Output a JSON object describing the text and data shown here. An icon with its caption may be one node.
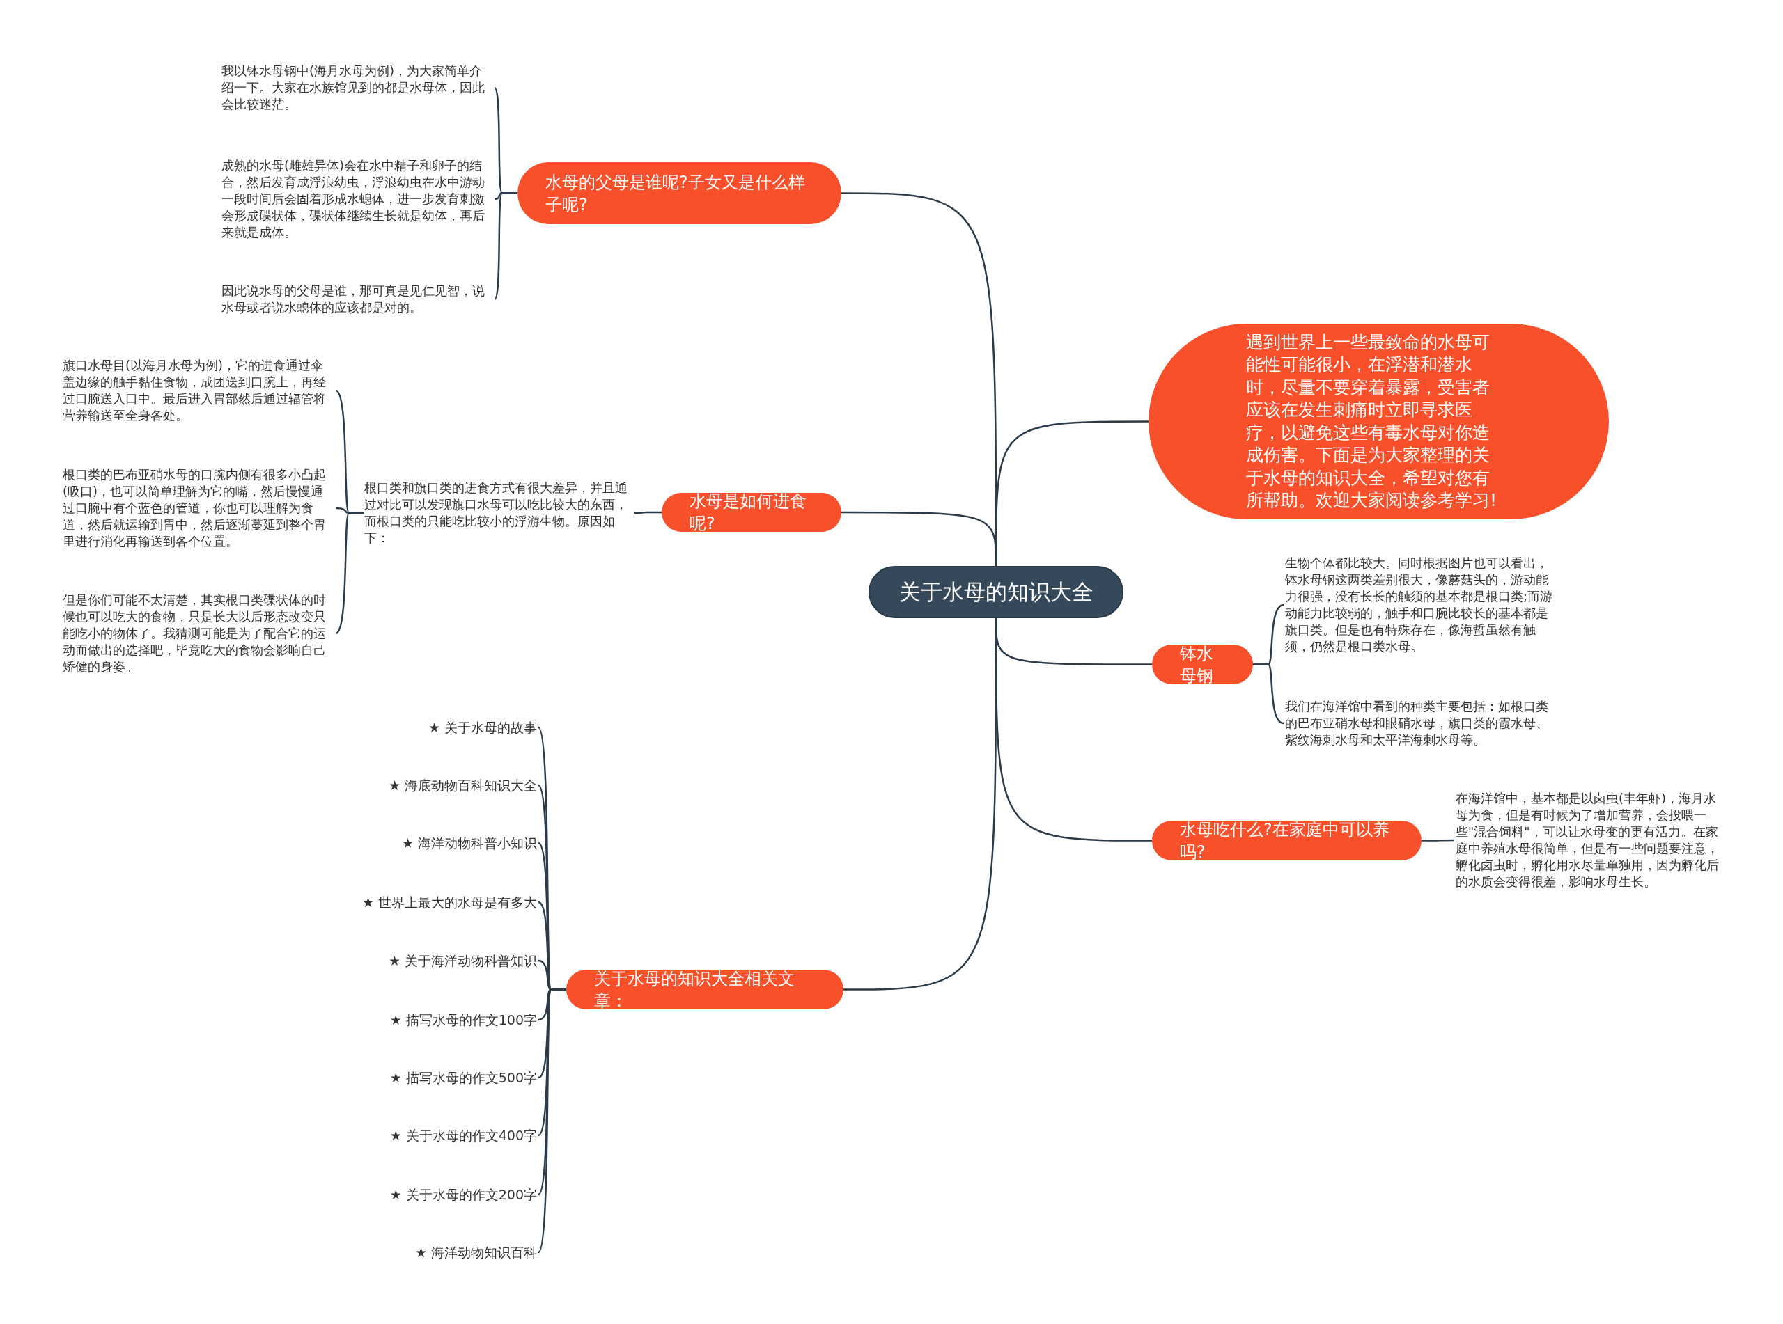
{
  "diagram": {
    "nodes": [
      {
        "text": [
          "关于水母的知识大全"
        ]
      },
      {
        "text": [
          "水母的父母是谁呢?子女又是什么样子呢?"
        ]
      },
      {
        "text": [
          "我以钵水母钢中(海月水母为例)，为大家简单介绍一下。大家在水族馆见到的都是水母体，因此会比较迷茫。"
        ]
      },
      {
        "text": [
          "成熟的水母(雌雄异体)会在水中精子和卵子的结合，然后发育成浮浪幼虫，浮浪幼虫在水中游动一段时间后会固着形成水螅体，进一步发育刺激会形成碟状体，碟状体继续生长就是幼体，再后来就是成体。"
        ]
      },
      {
        "text": [
          "因此说水母的父母是谁，那可真是见仁见智，说水母或者说水螅体的应该都是对的。"
        ]
      },
      {
        "text": [
          "遇到世界上一些最致命的水母可能性可能很小，在浮潜和潜水时，尽量不要穿着暴露，受害者应该在发生刺痛时立即寻求医疗，以避免这些有毒水母对你造成伤害。下面是为大家整理的关于水母的知识大全，希望对您有所帮助。欢迎大家阅读参考学习!"
        ]
      },
      {
        "text": [
          "水母是如何进食呢?"
        ]
      },
      {
        "text": [
          "根口类和旗口类的进食方式有很大差异，并且通过对比可以发现旗口水母可以吃比较大的东西，而根口类的只能吃比较小的浮游生物。原因如下："
        ]
      },
      {
        "text": [
          "旗口水母目(以海月水母为例)，它的进食通过伞盖边缘的触手黏住食物，成团送到口腕上，再经过口腕送入口中。最后进入胃部然后通过辐管将营养输送至全身各处。"
        ]
      },
      {
        "text": [
          "根口类的巴布亚硝水母的口腕内侧有很多小凸起(吸口)，也可以简单理解为它的嘴，然后慢慢通过口腕中有个蓝色的管道，你也可以理解为食道，然后就运输到胃中，然后逐渐蔓延到整个胃里进行消化再输送到各个位置。"
        ]
      },
      {
        "text": [
          "但是你们可能不太清楚，其实根口类碟状体的时候也可以吃大的食物，只是长大以后形态改变只能吃小的物体了。我猜测可能是为了配合它的运动而做出的选择吧，毕竟吃大的食物会影响自己矫健的身姿。"
        ]
      },
      {
        "text": [
          "钵水母钢"
        ]
      },
      {
        "text": [
          "生物个体都比较大。同时根据图片也可以看出，钵水母钢这两类差别很大，像蘑菇头的，游动能力很强，没有长长的触须的基本都是根口类;而游动能力比较弱的，触手和口腕比较长的基本都是旗口类。但是也有特殊存在，像海蜇虽然有触须，仍然是根口类水母。"
        ]
      },
      {
        "text": [
          "我们在海洋馆中看到的种类主要包括：如根口类的巴布亚硝水母和眼硝水母，旗口类的霞水母、紫纹海刺水母和太平洋海刺水母等。"
        ]
      },
      {
        "text": [
          "水母吃什么?在家庭中可以养吗?"
        ]
      },
      {
        "text": [
          "在海洋馆中，基本都是以卤虫(丰年虾)，海月水母为食，但是有时候为了增加营养，会投喂一些\"混合饲料\"，可以让水母变的更有活力。在家庭中养殖水母很简单，但是有一些问题要注意，孵化卤虫时，孵化用水尽量单独用，因为孵化后的水质会变得很差，影响水母生长。"
        ]
      },
      {
        "text": [
          "关于水母的知识大全相关文章："
        ]
      },
      {
        "text": [
          "★ 关于水母的故事"
        ]
      },
      {
        "text": [
          "★ 海底动物百科知识大全"
        ]
      },
      {
        "text": [
          "★ 海洋动物科普小知识"
        ]
      },
      {
        "text": [
          "★ 世界上最大的水母是有多大"
        ]
      },
      {
        "text": [
          "★ 关于海洋动物科普知识"
        ]
      },
      {
        "text": [
          "★ 描写水母的作文100字"
        ]
      },
      {
        "text": [
          "★ 描写水母的作文500字"
        ]
      },
      {
        "text": [
          "★ 关于水母的作文400字"
        ]
      },
      {
        "text": [
          "★ 关于水母的作文200字"
        ]
      },
      {
        "text": [
          "★ 海洋动物知识百科"
        ]
      }
    ],
    "edges": [
      {
        "from": 0,
        "to": 1,
        "arrow": "none"
      },
      {
        "from": 1,
        "to": 2,
        "arrow": "none"
      },
      {
        "from": 1,
        "to": 3,
        "arrow": "none"
      },
      {
        "from": 1,
        "to": 4,
        "arrow": "none"
      },
      {
        "from": 0,
        "to": 5,
        "arrow": "none"
      },
      {
        "from": 0,
        "to": 6,
        "arrow": "none"
      },
      {
        "from": 6,
        "to": 7,
        "arrow": "none"
      },
      {
        "from": 7,
        "to": 8,
        "arrow": "none"
      },
      {
        "from": 7,
        "to": 9,
        "arrow": "none"
      },
      {
        "from": 7,
        "to": 10,
        "arrow": "none"
      },
      {
        "from": 0,
        "to": 11,
        "arrow": "none"
      },
      {
        "from": 11,
        "to": 12,
        "arrow": "none"
      },
      {
        "from": 11,
        "to": 13,
        "arrow": "none"
      },
      {
        "from": 0,
        "to": 14,
        "arrow": "none"
      },
      {
        "from": 14,
        "to": 15,
        "arrow": "none"
      },
      {
        "from": 0,
        "to": 16,
        "arrow": "none"
      },
      {
        "from": 16,
        "to": 17,
        "arrow": "none"
      },
      {
        "from": 16,
        "to": 18,
        "arrow": "none"
      },
      {
        "from": 16,
        "to": 19,
        "arrow": "none"
      },
      {
        "from": 16,
        "to": 20,
        "arrow": "none"
      },
      {
        "from": 16,
        "to": 21,
        "arrow": "none"
      },
      {
        "from": 16,
        "to": 22,
        "arrow": "none"
      },
      {
        "from": 16,
        "to": 23,
        "arrow": "none"
      },
      {
        "from": 16,
        "to": 24,
        "arrow": "none"
      },
      {
        "from": 16,
        "to": 25,
        "arrow": "none"
      },
      {
        "from": 16,
        "to": 26,
        "arrow": "none"
      }
    ]
  }
}
